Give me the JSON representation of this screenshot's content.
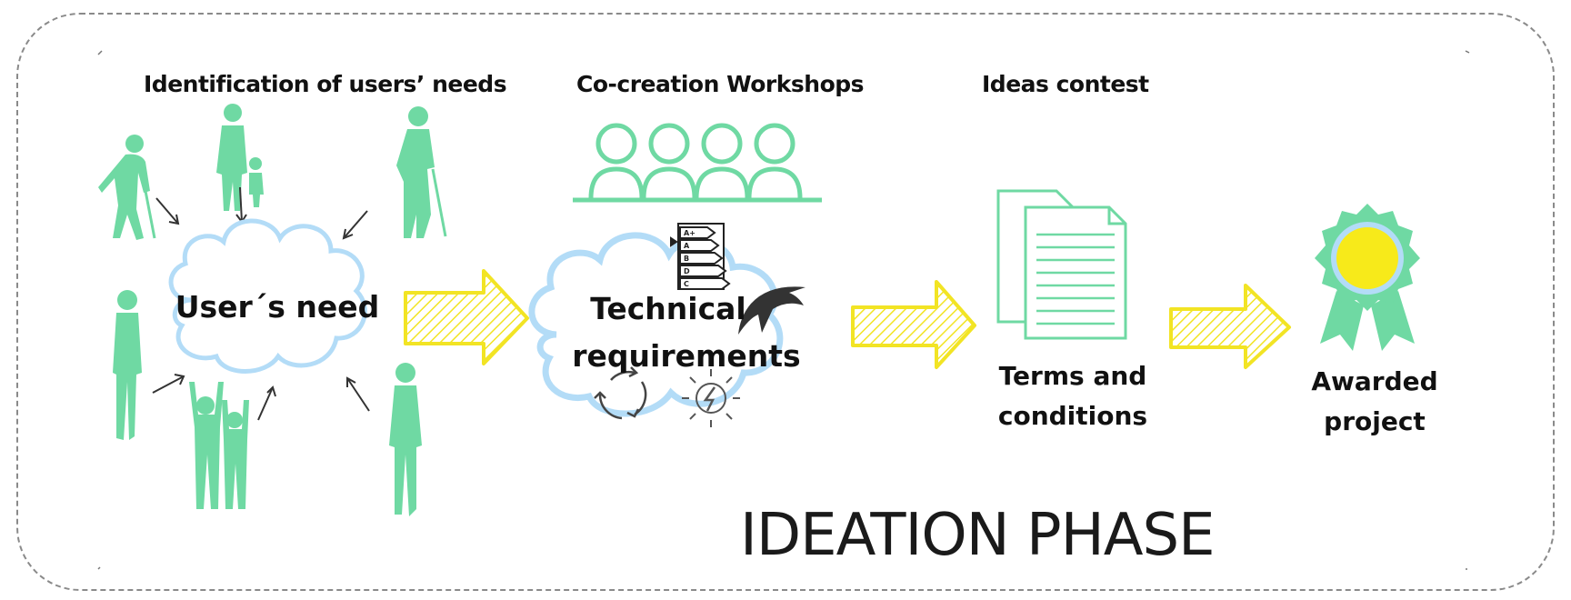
{
  "headings": {
    "users_needs": "Identification of users’ needs",
    "workshops": "Co-creation Workshops",
    "ideas_contest": "Ideas contest"
  },
  "clouds": {
    "users_need": "User´s need",
    "technical_line1": "Technical",
    "technical_line2": "requirements"
  },
  "documents": {
    "line1": "Terms and",
    "line2": "conditions"
  },
  "award": {
    "line1": "Awarded",
    "line2": "project"
  },
  "energy_label_rows": [
    "A+",
    "A",
    "B",
    "D",
    "C"
  ],
  "phase_title": "IDEATION PHASE",
  "colors": {
    "green": "#6fd9a3",
    "light_blue": "#b3dcf7",
    "yellow": "#f2e424",
    "medal_yellow": "#f7ea1a",
    "frame": "#8a8a8a"
  },
  "icons": [
    "people-silhouette-icon",
    "workshop-people-icon",
    "cloud-icon",
    "energy-label-icon",
    "swallow-bird-icon",
    "recycle-icon",
    "energy-bulb-icon",
    "arrow-icon",
    "documents-icon",
    "award-medal-icon"
  ]
}
